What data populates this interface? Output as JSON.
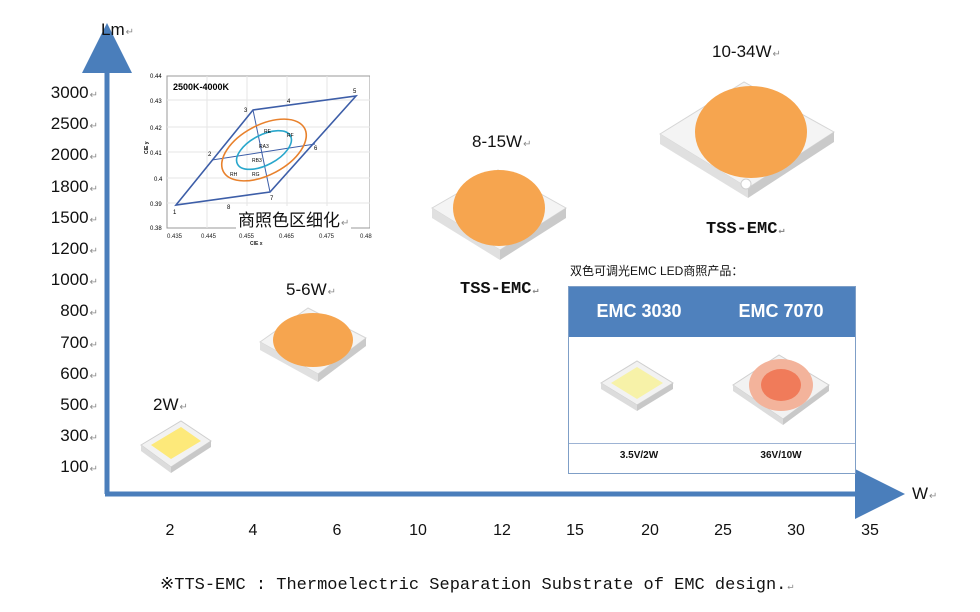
{
  "axes": {
    "y_title": "Lm",
    "x_title": "W",
    "y_ticks": [
      "3000",
      "2500",
      "2000",
      "1800",
      "1500",
      "1200",
      "1000",
      "800",
      "700",
      "600",
      "500",
      "300",
      "100"
    ],
    "x_ticks": [
      "2",
      "4",
      "6",
      "10",
      "12",
      "15",
      "20",
      "25",
      "30",
      "35"
    ],
    "para_mark": "↵"
  },
  "inset": {
    "title": "2500K-4000K",
    "caption": "商照色区细化",
    "y_axis_label": "CIE y",
    "x_axis_label": "CIE x",
    "y_ticks": [
      "0.44",
      "0.43",
      "0.42",
      "0.41",
      "0.4",
      "0.39",
      "0.38"
    ],
    "x_ticks": [
      "0.435",
      "0.445",
      "0.455",
      "0.465",
      "0.475",
      "0.48"
    ],
    "corner_labels": [
      "1",
      "2",
      "3",
      "4",
      "5",
      "6",
      "7",
      "8"
    ],
    "bin_labels": [
      "RE",
      "RF",
      "RA3",
      "RB3",
      "RH",
      "RG"
    ]
  },
  "products": [
    {
      "power": "2W"
    },
    {
      "power": "5-6W"
    },
    {
      "power": "8-15W",
      "name": "TSS-EMC"
    },
    {
      "power": "10-34W",
      "name": "TSS-EMC"
    }
  ],
  "bicolor_table": {
    "title": "双色可调光EMC LED商照产品：",
    "columns": [
      {
        "name": "EMC 3030",
        "spec": "3.5V/2W"
      },
      {
        "name": "EMC 7070",
        "spec": "36V/10W"
      }
    ]
  },
  "footnote": "※TTS-EMC : Thermoelectric Separation Substrate of EMC design.",
  "colors": {
    "axis": "#4a7ebb",
    "phosphor": "#f6a54f",
    "warm_white": "#fde97a",
    "table_header": "#4f81bd",
    "inset_outer": "#3d5ea8",
    "inset_ellipse_orange": "#e8812c",
    "inset_ellipse_cyan": "#29a7cc"
  }
}
